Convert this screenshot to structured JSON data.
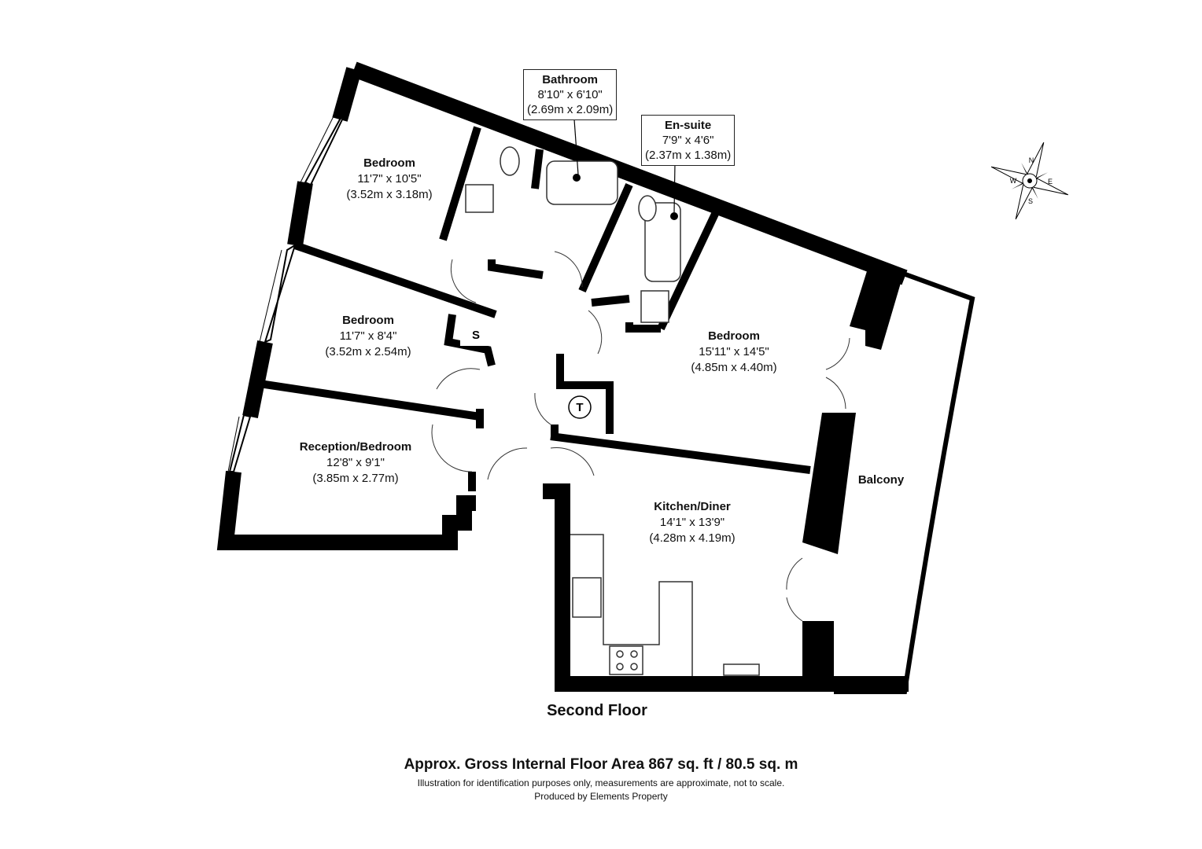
{
  "rooms": {
    "bedroom1": {
      "name": "Bedroom",
      "imperial": "11'7\" x 10'5\"",
      "metric": "(3.52m x 3.18m)"
    },
    "bathroom": {
      "name": "Bathroom",
      "imperial": "8'10\" x 6'10\"",
      "metric": "(2.69m x 2.09m)"
    },
    "ensuite": {
      "name": "En-suite",
      "imperial": "7'9\" x 4'6\"",
      "metric": "(2.37m x 1.38m)"
    },
    "bedroom2": {
      "name": "Bedroom",
      "imperial": "11'7\" x 8'4\"",
      "metric": "(3.52m x 2.54m)"
    },
    "master": {
      "name": "Bedroom",
      "imperial": "15'11\" x 14'5\"",
      "metric": "(4.85m x 4.40m)"
    },
    "reception": {
      "name": "Reception/Bedroom",
      "imperial": "12'8\" x 9'1\"",
      "metric": "(3.85m x 2.77m)"
    },
    "kitchen": {
      "name": "Kitchen/Diner",
      "imperial": "14'1\" x 13'9\"",
      "metric": "(4.28m x 4.19m)"
    },
    "balcony": {
      "name": "Balcony"
    }
  },
  "symbols": {
    "storage": "S",
    "tank": "T"
  },
  "compass": {
    "n": "N",
    "e": "E",
    "s": "S",
    "w": "W"
  },
  "floor_name": "Second Floor",
  "footer": {
    "area": "Approx. Gross Internal Floor Area 867 sq. ft / 80.5 sq. m",
    "note": "Illustration for identification purposes only, measurements are approximate, not to scale.",
    "credit": "Produced by Elements Property"
  }
}
